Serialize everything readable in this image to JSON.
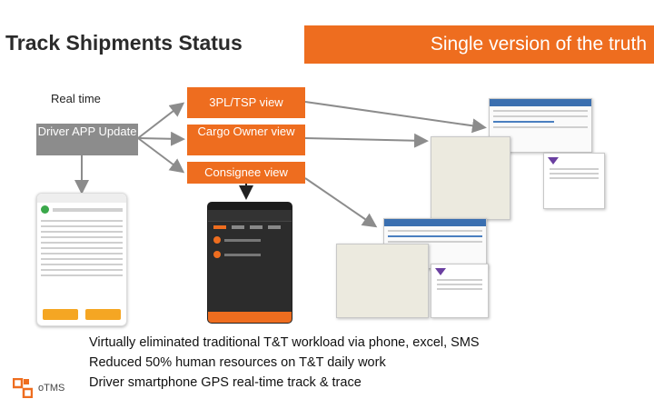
{
  "header": {
    "title": "Track Shipments Status",
    "banner": "Single version of the truth"
  },
  "sources": {
    "real_time": "Real time",
    "driver_app": "Driver APP Update"
  },
  "views": {
    "tsp": "3PL/TSP view",
    "cargo_owner": "Cargo Owner view",
    "consignee": "Consignee view"
  },
  "bullets": [
    "Virtually eliminated traditional T&T workload via phone, excel, SMS",
    "Reduced 50% human resources on T&T daily work",
    "Driver smartphone GPS real-time track & trace"
  ],
  "logo": {
    "text": "oTMS"
  },
  "colors": {
    "orange": "#ee6d1f",
    "gray": "#8c8c8c",
    "phone_dark": "#2c2c2c",
    "link_blue": "#3a6fb0"
  }
}
